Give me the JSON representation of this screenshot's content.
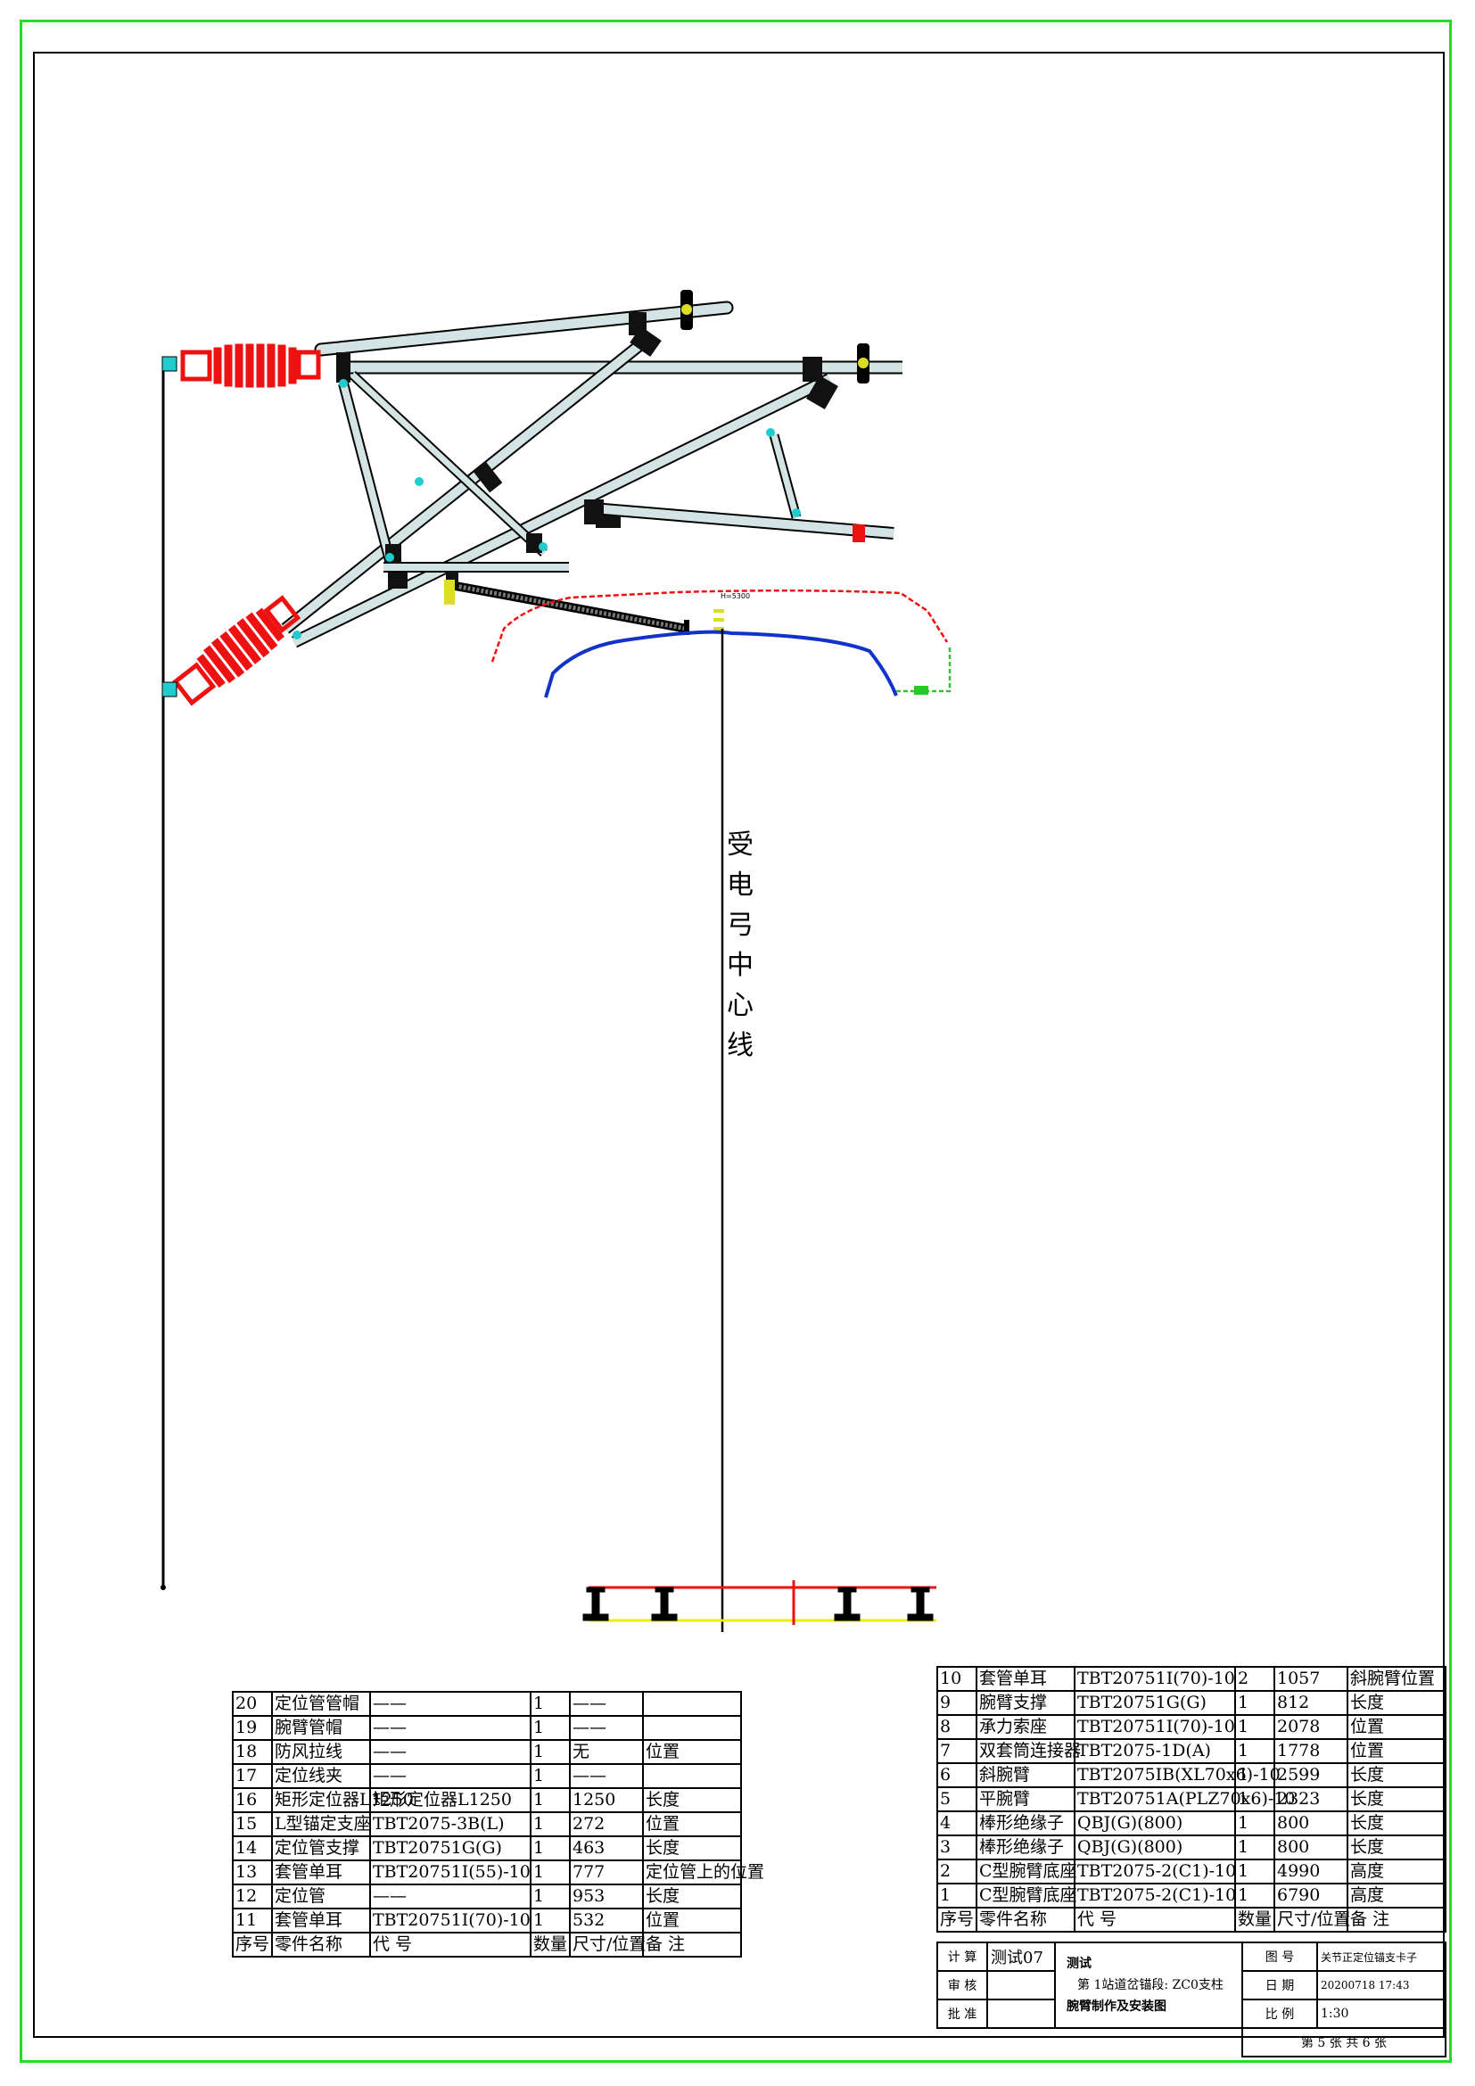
{
  "centerline_label": [
    "受",
    "电",
    "弓",
    "中",
    "心",
    "线"
  ],
  "colors": {
    "frame_outer": "#22dd22",
    "insulator": "#ee1111",
    "arm": "#d4e4e4",
    "fitting": "#111111",
    "stagger_red": "#ee1111",
    "stagger_blue": "#1133cc",
    "dropper_green": "#22cc22",
    "fitting_cyan": "#22cccc",
    "rail_red": "#ee1111",
    "rail_yellow": "#eeee00"
  },
  "bom_left": {
    "rows": [
      {
        "no": "20",
        "name": "定位管管帽",
        "code": "——",
        "qty": "1",
        "size": "——",
        "note": ""
      },
      {
        "no": "19",
        "name": "腕臂管帽",
        "code": "——",
        "qty": "1",
        "size": "——",
        "note": ""
      },
      {
        "no": "18",
        "name": "防风拉线",
        "code": "——",
        "qty": "1",
        "size": "无",
        "note": "位置"
      },
      {
        "no": "17",
        "name": "定位线夹",
        "code": "——",
        "qty": "1",
        "size": "——",
        "note": ""
      },
      {
        "no": "16",
        "name": "矩形定位器L1250",
        "code": "矩形定位器L1250",
        "qty": "1",
        "size": "1250",
        "note": "长度"
      },
      {
        "no": "15",
        "name": "L型锚定支座",
        "code": "TBT2075-3B(L)",
        "qty": "1",
        "size": "272",
        "note": "位置"
      },
      {
        "no": "14",
        "name": "定位管支撑",
        "code": "TBT20751G(G)",
        "qty": "1",
        "size": "463",
        "note": "长度"
      },
      {
        "no": "13",
        "name": "套管单耳",
        "code": "TBT20751I(55)-10",
        "qty": "1",
        "size": "777",
        "note": "定位管上的位置"
      },
      {
        "no": "12",
        "name": "定位管",
        "code": "——",
        "qty": "1",
        "size": "953",
        "note": "长度"
      },
      {
        "no": "11",
        "name": "套管单耳",
        "code": "TBT20751I(70)-10",
        "qty": "1",
        "size": "532",
        "note": "位置"
      }
    ],
    "header": {
      "no": "序号",
      "name": "零件名称",
      "code": "代 号",
      "qty": "数量",
      "size": "尺寸/位置",
      "note": "备 注"
    }
  },
  "bom_right": {
    "rows": [
      {
        "no": "10",
        "name": "套管单耳",
        "code": "TBT20751I(70)-10",
        "qty": "2",
        "size": "1057",
        "note": "斜腕臂位置"
      },
      {
        "no": "9",
        "name": "腕臂支撑",
        "code": "TBT20751G(G)",
        "qty": "1",
        "size": "812",
        "note": "长度"
      },
      {
        "no": "8",
        "name": "承力索座",
        "code": "TBT20751I(70)-10",
        "qty": "1",
        "size": "2078",
        "note": "位置"
      },
      {
        "no": "7",
        "name": "双套筒连接器",
        "code": "TBT2075-1D(A)",
        "qty": "1",
        "size": "1778",
        "note": "位置"
      },
      {
        "no": "6",
        "name": "斜腕臂",
        "code": "TBT2075IB(XL70x6)-10",
        "qty": "1",
        "size": "2599",
        "note": "长度"
      },
      {
        "no": "5",
        "name": "平腕臂",
        "code": "TBT20751A(PLZ70x6)-10",
        "qty": "1",
        "size": "2323",
        "note": "长度"
      },
      {
        "no": "4",
        "name": "棒形绝缘子",
        "code": "QBJ(G)(800)",
        "qty": "1",
        "size": "800",
        "note": "长度"
      },
      {
        "no": "3",
        "name": "棒形绝缘子",
        "code": "QBJ(G)(800)",
        "qty": "1",
        "size": "800",
        "note": "长度"
      },
      {
        "no": "2",
        "name": "C型腕臂底座",
        "code": "TBT2075-2(C1)-10",
        "qty": "1",
        "size": "4990",
        "note": "高度"
      },
      {
        "no": "1",
        "name": "C型腕臂底座",
        "code": "TBT2075-2(C1)-10",
        "qty": "1",
        "size": "6790",
        "note": "高度"
      }
    ],
    "header": {
      "no": "序号",
      "name": "零件名称",
      "code": "代 号",
      "qty": "数量",
      "size": "尺寸/位置",
      "note": "备 注"
    }
  },
  "title_block": {
    "calc_label": "计 算",
    "calc_value": "测试07",
    "review_label": "审 核",
    "approve_label": "批 准",
    "project": "测试",
    "section": "第 1站道岔锚段: ZC0支柱",
    "drawing_name": "腕臂制作及安装图",
    "drawing_no_label": "图 号",
    "drawing_no_value": "关节正定位锚支卡子",
    "date_label": "日 期",
    "date_value": "20200718 17:43",
    "scale_label": "比 例",
    "scale_value": "1:30",
    "sheet": "第 5 张   共 6 张"
  }
}
